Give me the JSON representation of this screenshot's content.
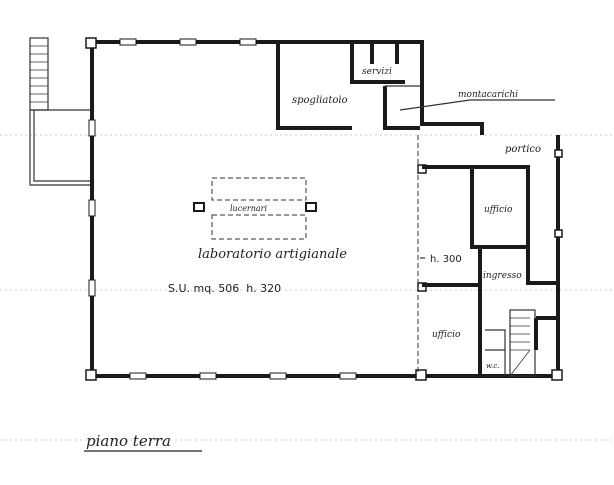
{
  "drawing": {
    "rooms": {
      "servizi": "servizi",
      "spogliatoio": "spogliatoio",
      "montacarichi": "montacarichi",
      "portico": "portico",
      "lucernari": "lucernari",
      "ufficio_upper": "ufficio",
      "laboratorio": "laboratorio artigianale",
      "area": "S.U. mq. 506  h. 320",
      "height_right": "h. 300",
      "ingresso": "ingresso",
      "ufficio_lower": "ufficio",
      "wc": "w.c."
    },
    "title": "piano terra"
  }
}
